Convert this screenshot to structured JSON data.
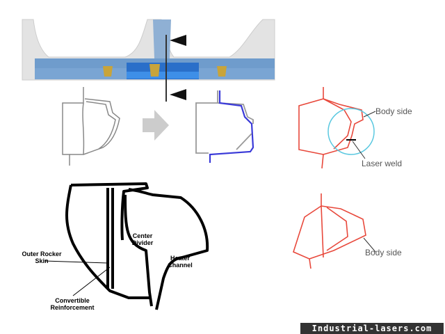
{
  "labels": {
    "body_side_top": "Body side",
    "laser_weld": "Laser weld",
    "body_side_bottom": "Body side",
    "outer_rocker_skin": "Outer Rocker Skin",
    "center_divider": "Center Divider",
    "heater_channel": "Heater Channel",
    "convertible_reinforcement": "Convertible Reinforcement"
  },
  "watermark": "Industrial-lasers.com",
  "colors": {
    "weld_red": "#e8483b",
    "highlight_blue": "#3a3ad8",
    "circle_cyan": "#5ac8e0",
    "rocker_blue": "#5b8ec4"
  }
}
